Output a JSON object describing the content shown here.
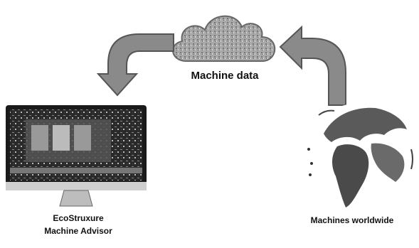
{
  "cloud": {
    "label": "Machine data",
    "icon": "cloud-icon"
  },
  "monitor": {
    "label_line1": "EcoStruxure",
    "label_line2": "Machine Advisor",
    "icon": "monitor-icon"
  },
  "globe": {
    "label": "Machines worldwide",
    "icon": "globe-icon"
  },
  "arrows": [
    {
      "name": "arrow-cloud-to-monitor",
      "direction": "down-left"
    },
    {
      "name": "arrow-globe-to-cloud",
      "direction": "up-left"
    }
  ],
  "colors": {
    "arrow": "#8a8a8a",
    "cloud": "#9a9a9a",
    "globe": "#5a5a5a",
    "monitor": "#1a1a1a"
  }
}
